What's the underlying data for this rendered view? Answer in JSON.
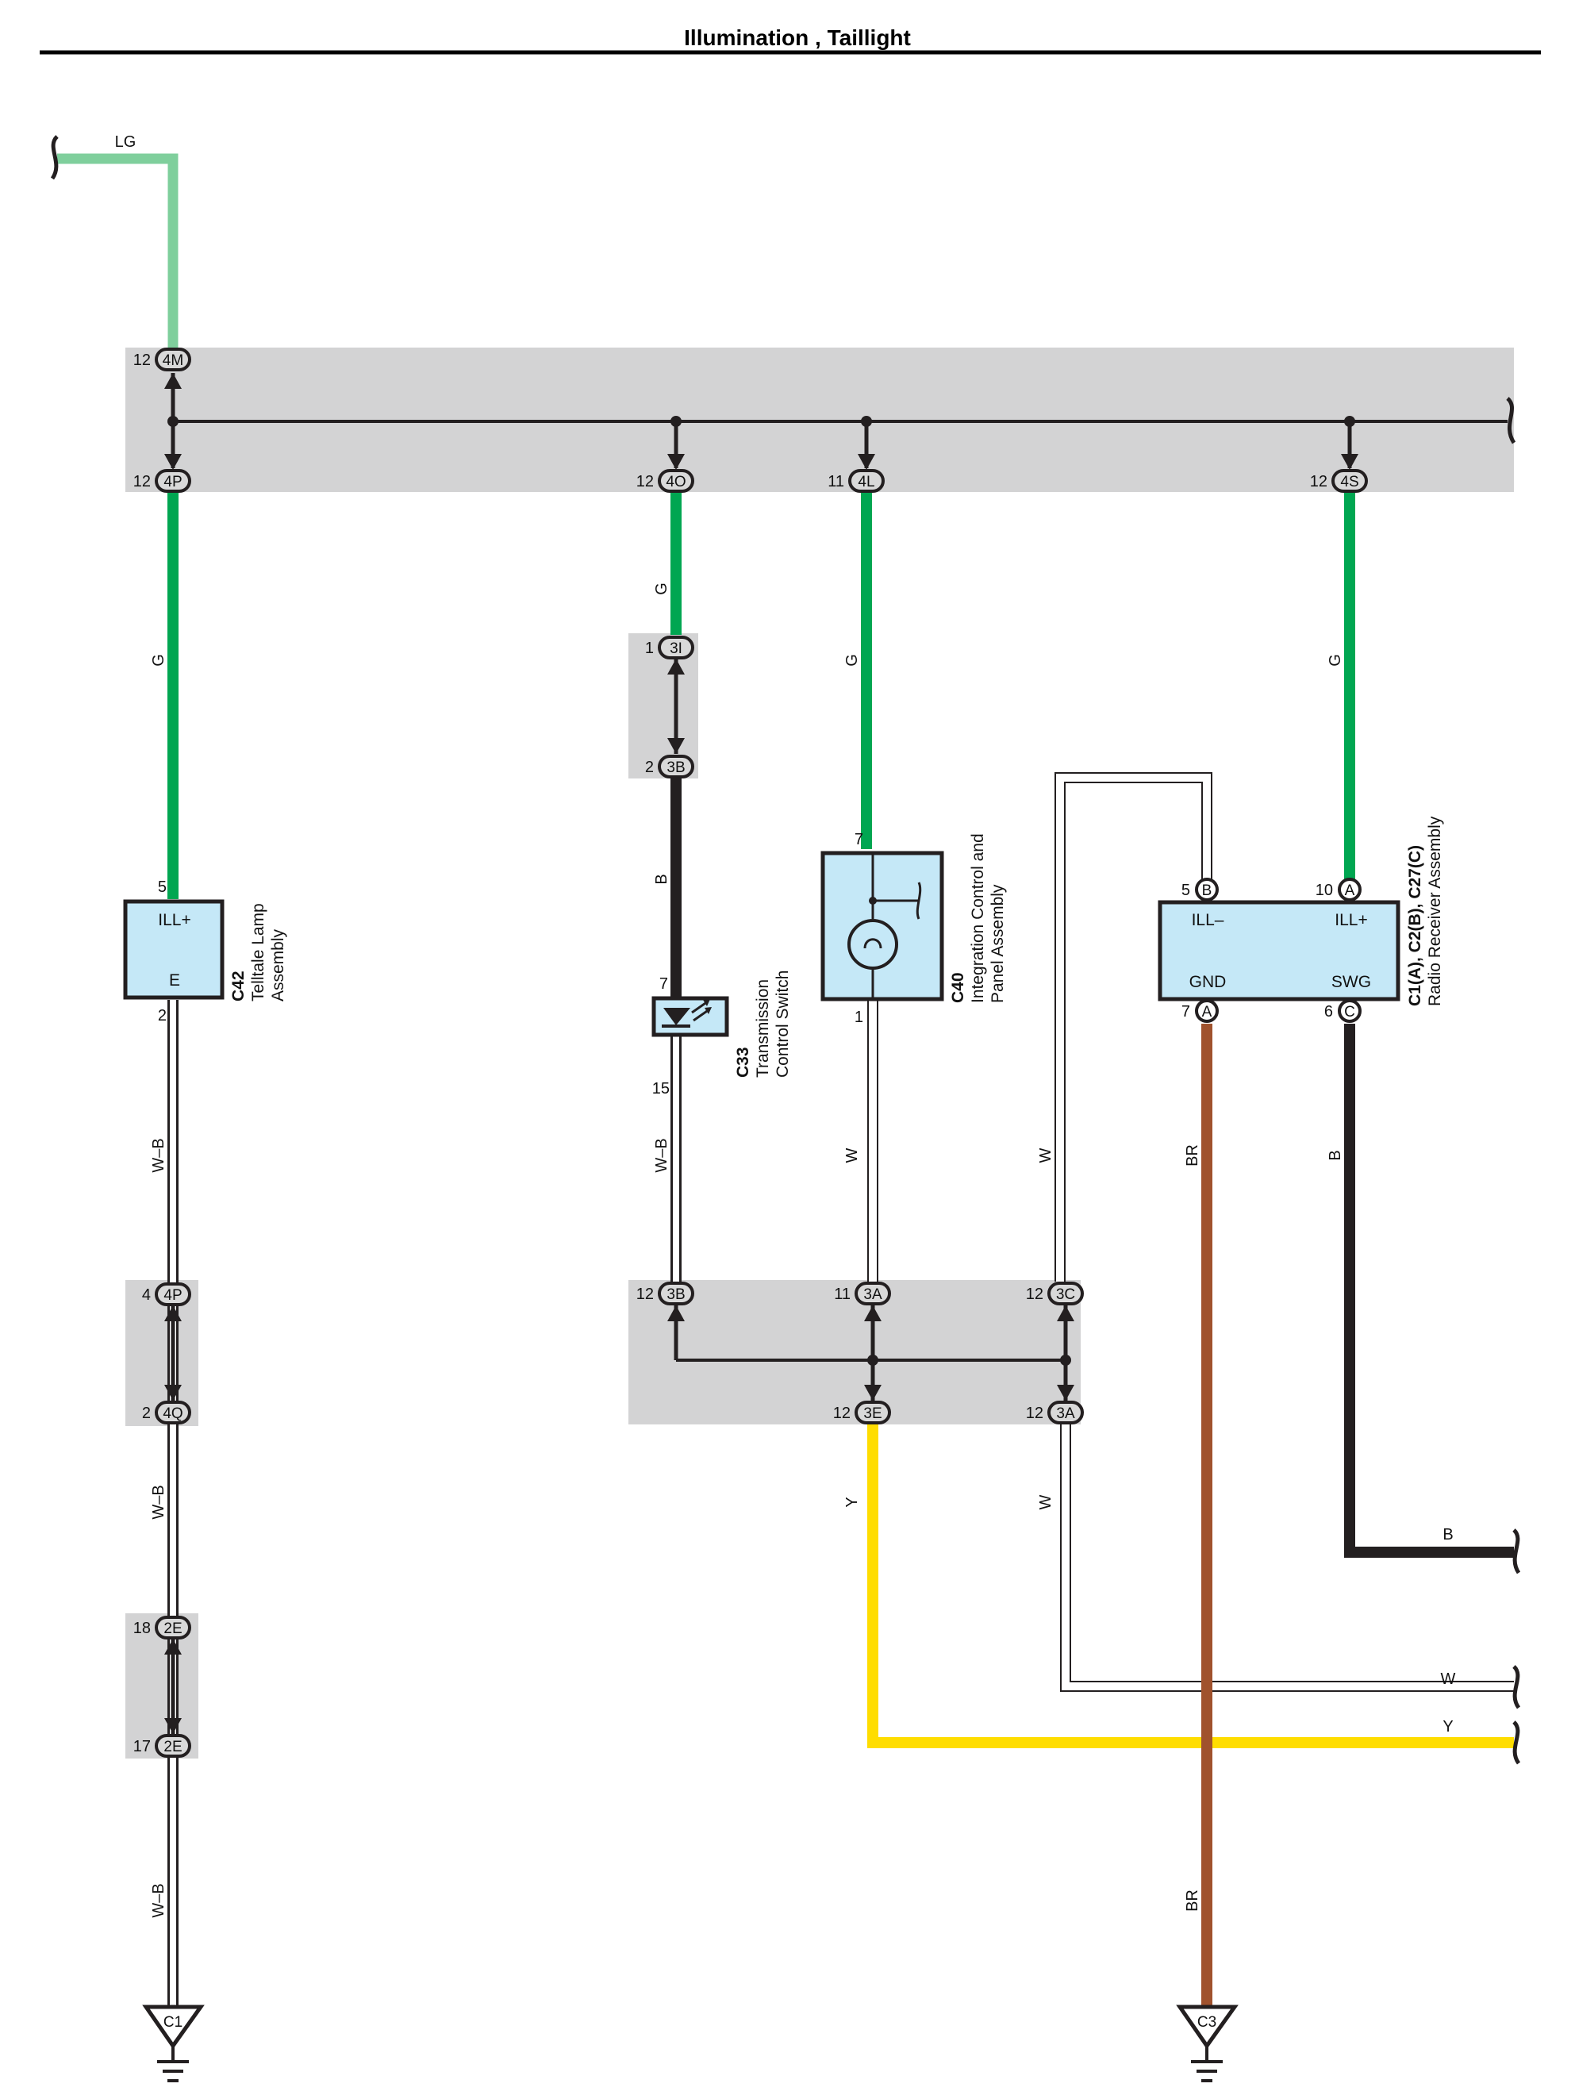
{
  "title": "Illumination , Taillight",
  "colors": {
    "LG": "#7fcf9c",
    "G": "#00a651",
    "B": "#231f20",
    "W": "#ffffff",
    "W-B": "#ffffff",
    "Y": "#ffdd00",
    "BR": "#a0522d",
    "junction_block": "#d3d3d4",
    "component_fill": "#c5e8f7"
  },
  "wire_labels": {
    "lg": "LG",
    "g": "G",
    "b": "B",
    "w": "W",
    "wb": "W–B",
    "y": "Y",
    "br": "BR"
  },
  "junction_connectors": {
    "jb1_4m": {
      "code": "4M",
      "pin": "12"
    },
    "jb1_4p": {
      "code": "4P",
      "pin": "12"
    },
    "jb1_4o": {
      "code": "4O",
      "pin": "12"
    },
    "jb1_4l": {
      "code": "4L",
      "pin": "11"
    },
    "jb1_4s": {
      "code": "4S",
      "pin": "12"
    },
    "jb2_3i": {
      "code": "3I",
      "pin": "1"
    },
    "jb2_3b": {
      "code": "3B",
      "pin": "2"
    },
    "jb3_4p": {
      "code": "4P",
      "pin": "4"
    },
    "jb3_4q": {
      "code": "4Q",
      "pin": "2"
    },
    "jb4_2e_top": {
      "code": "2E",
      "pin": "18"
    },
    "jb4_2e_bot": {
      "code": "2E",
      "pin": "17"
    },
    "jb5_3b": {
      "code": "3B",
      "pin": "12"
    },
    "jb5_3a_top": {
      "code": "3A",
      "pin": "11"
    },
    "jb5_3c": {
      "code": "3C",
      "pin": "12"
    },
    "jb5_3e": {
      "code": "3E",
      "pin": "12"
    },
    "jb5_3a_bot": {
      "code": "3A",
      "pin": "12"
    }
  },
  "components": {
    "c42": {
      "code": "C42",
      "name_line1": "Telltale Lamp",
      "name_line2": "Assembly",
      "terminal_top": "ILL+",
      "terminal_bottom": "E",
      "pin_top": "5",
      "pin_bottom": "2"
    },
    "c33": {
      "code": "C33",
      "name_line1": "Transmission",
      "name_line2": "Control Switch",
      "pin_top": "7",
      "pin_bottom": "15"
    },
    "c40": {
      "code": "C40",
      "name_line1": "Integration Control and",
      "name_line2": "Panel Assembly",
      "pin_top": "7",
      "pin_bottom": "1"
    },
    "radio": {
      "code": "C1(A), C2(B), C27(C)",
      "name_line1": "Radio Receiver Assembly",
      "term_ill_minus": "ILL–",
      "term_ill_plus": "ILL+",
      "term_gnd": "GND",
      "term_swg": "SWG",
      "pin_ill_minus": "5",
      "conn_ill_minus": "B",
      "pin_ill_plus": "10",
      "conn_ill_plus": "A",
      "pin_gnd": "7",
      "conn_gnd": "A",
      "pin_swg": "6",
      "conn_swg": "C"
    }
  },
  "grounds": {
    "g1": "C1",
    "g2": "C3"
  }
}
